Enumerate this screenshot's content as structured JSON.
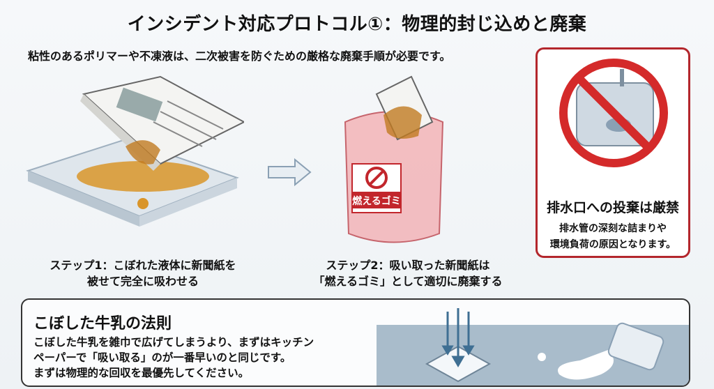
{
  "title": "インシデント対応プロトコル①：物理的封じ込めと廃棄",
  "subtitle": "粘性のあるポリマーや不凍液は、二次被害を防ぐための厳格な廃棄手順が必要です。",
  "steps": [
    {
      "line1": "ステップ1：こぼれた液体に新聞紙を",
      "line2": "被せて完全に吸わせる"
    },
    {
      "line1": "ステップ2：吸い取った新聞紙は",
      "line2": "「燃えるゴミ」として適切に廃棄する"
    }
  ],
  "bag_label": "燃えるゴミ",
  "warning": {
    "title": "排水口への投棄は厳禁",
    "line1": "排水管の深刻な詰まりや",
    "line2": "環境負荷の原因となります。",
    "color": "#b3262c"
  },
  "rule": {
    "title": "こぼした牛乳の法則",
    "line1": "こぼした牛乳を雑巾で広げてしまうより、まずはキッチン",
    "line2": "ペーパーで「吸い取る」のが一番早いのと同じです。",
    "line3": "まずは物理的な回収を最優先してください。"
  }
}
